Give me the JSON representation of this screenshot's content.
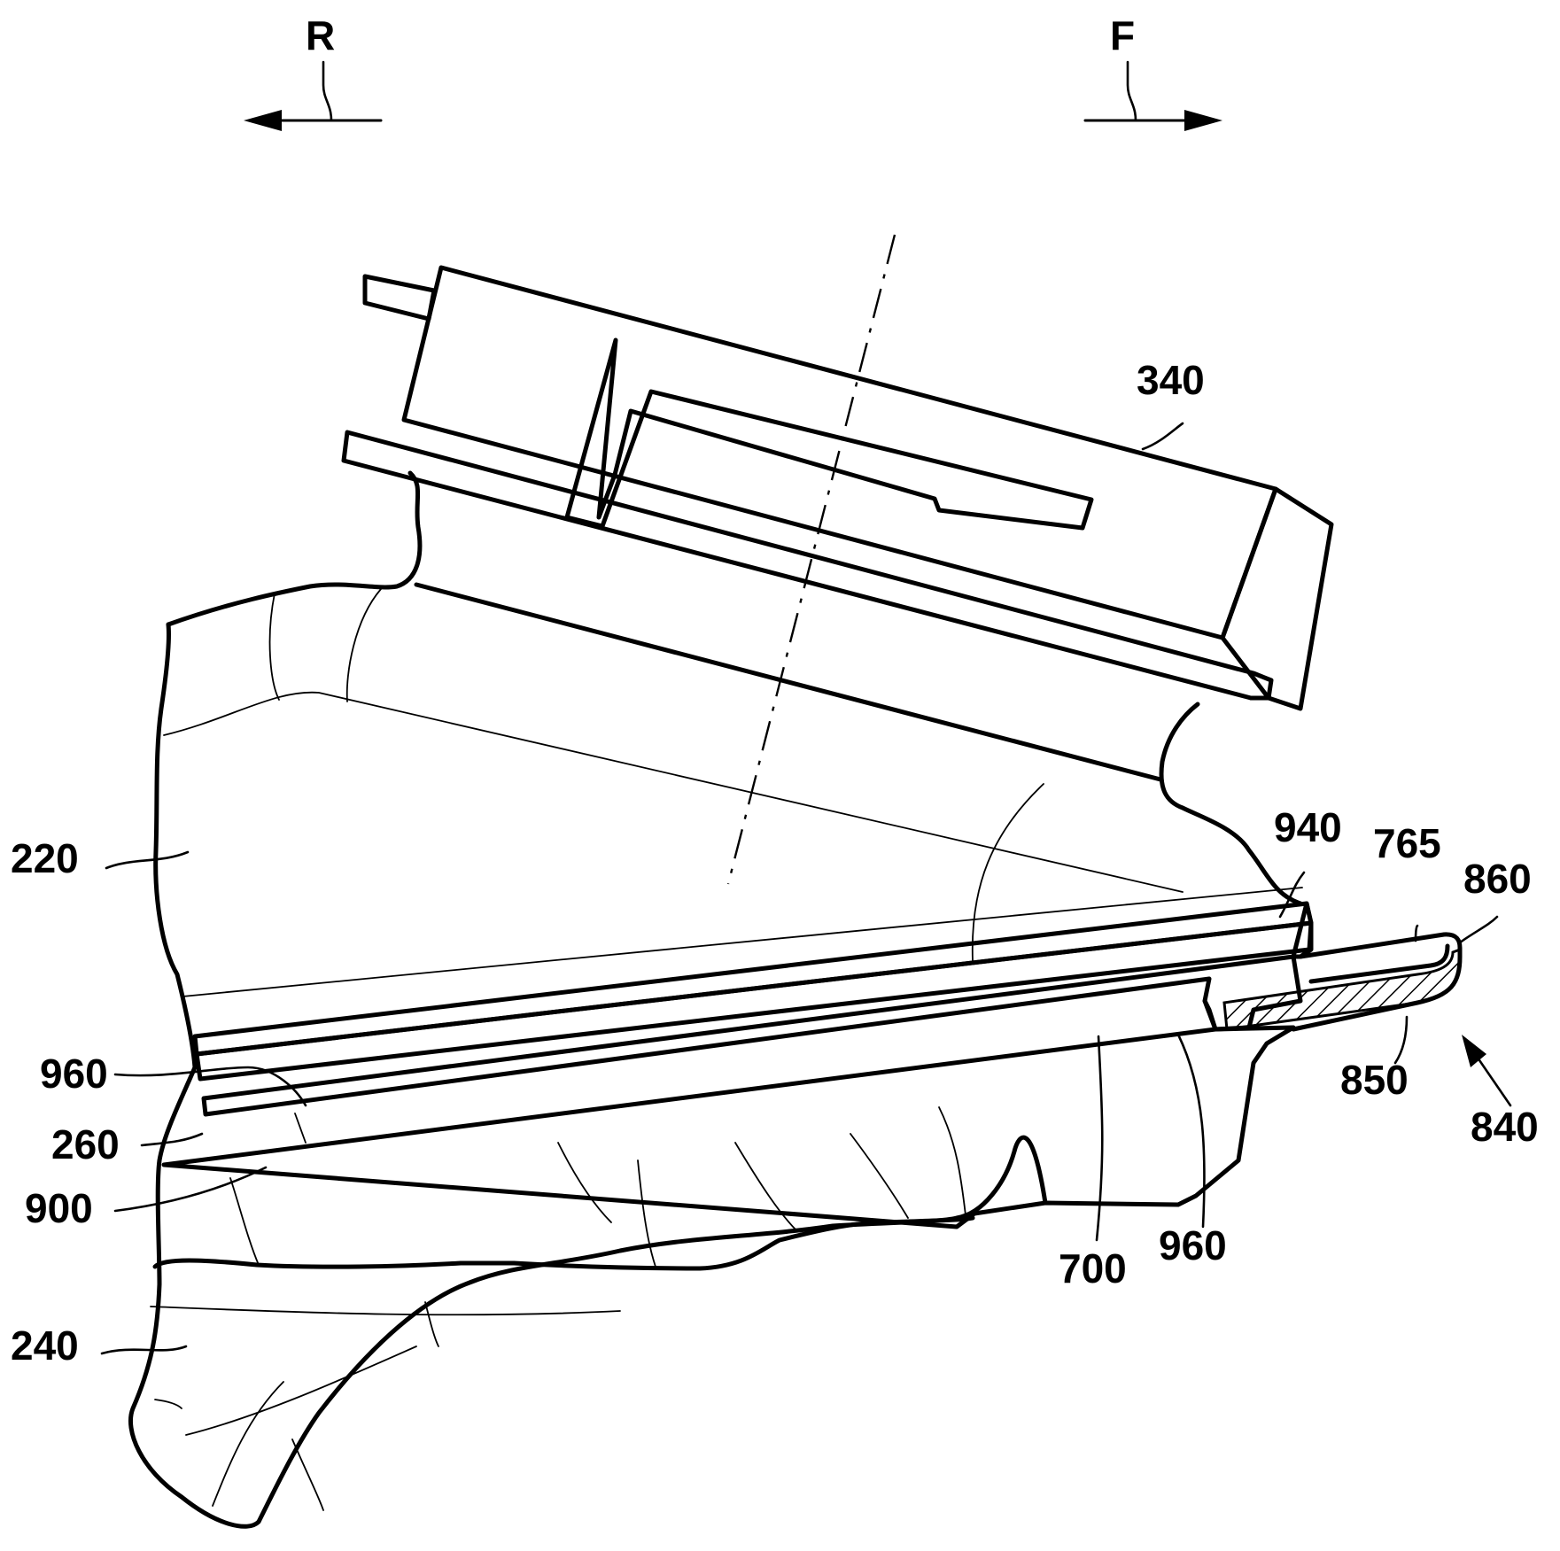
{
  "directions": {
    "rear": "R",
    "front": "F"
  },
  "labels": {
    "l340": "340",
    "l220": "220",
    "l940": "940",
    "l765": "765",
    "l860": "860",
    "l960a": "960",
    "l260": "260",
    "l900": "900",
    "l850": "850",
    "l840": "840",
    "l700": "700",
    "l960b": "960",
    "l240": "240"
  }
}
